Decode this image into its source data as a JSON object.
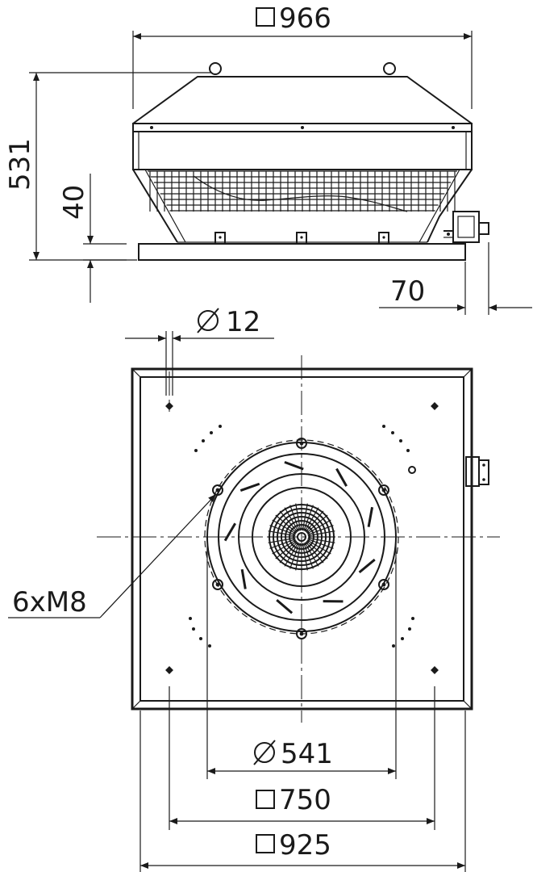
{
  "dimensions": {
    "width_top": "966",
    "height_total": "531",
    "base_height": "40",
    "terminal_box_offset": "70",
    "hole_diameter": "12",
    "mount_thread": "6xM8",
    "inlet_diameter": "541",
    "bolt_pattern": "750",
    "base_width": "925"
  },
  "symbols": {
    "square": "square-symbol",
    "diameter": "diameter-symbol"
  },
  "colors": {
    "line": "#1a1a1a",
    "background": "#ffffff"
  }
}
